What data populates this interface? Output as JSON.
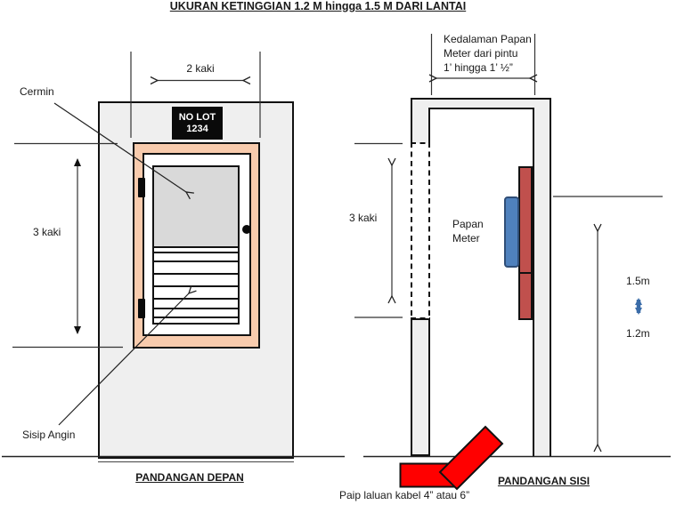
{
  "title": "UKURAN KETINGGIAN 1.2 M  hingga 1.5 M DARI LANTAI",
  "front_view": {
    "caption": "PANDANGAN DEPAN",
    "sign": {
      "line1": "NO LOT",
      "line2": "1234"
    },
    "labels": {
      "mirror": "Cermin",
      "vent": "Sisip Angin",
      "width": "2 kaki",
      "height": "3 kaki"
    }
  },
  "side_view": {
    "caption": "PANDANGAN SISI",
    "labels": {
      "depth_note": [
        "Kedalaman Papan",
        "Meter dari pintu",
        "1’ hingga 1’ ½”"
      ],
      "height": "3 kaki",
      "panel": [
        "Papan",
        "Meter"
      ],
      "height_upper": "1.5m",
      "height_lower": "1.2m",
      "pipe_note": "Paip laluan kabel 4” atau 6”"
    }
  },
  "colors": {
    "door_fill": "#EFEFEF",
    "frame_peach": "#F8CBAD",
    "mirror_gray": "#D9D9D9",
    "panel_blue": "#4F81BD",
    "panel_red": "#C0504D",
    "pipe_red": "#FF0000"
  }
}
